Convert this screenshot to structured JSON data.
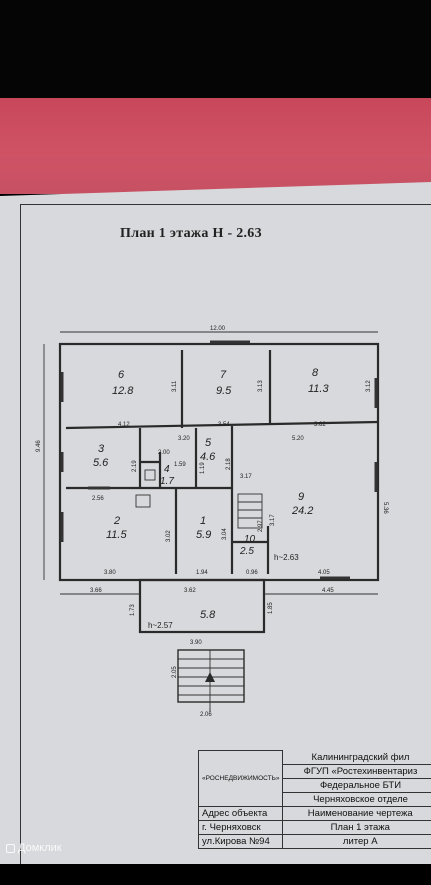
{
  "plan_title": "План 1 этажа  Н - 2.63",
  "rooms": [
    {
      "number": "6",
      "area": "12.8"
    },
    {
      "number": "7",
      "area": "9.5"
    },
    {
      "number": "8",
      "area": "11.3"
    },
    {
      "number": "3",
      "area": "5.6"
    },
    {
      "number": "4",
      "area": "1.7"
    },
    {
      "number": "5",
      "area": "4.6"
    },
    {
      "number": "9",
      "area": "24.2"
    },
    {
      "number": "2",
      "area": "11.5"
    },
    {
      "number": "1",
      "area": "5.9"
    },
    {
      "number": "10",
      "area": "2.5"
    },
    {
      "number": "",
      "area": "5.8"
    }
  ],
  "dimensions": {
    "top_width": "12.00",
    "left_height": "9.46",
    "right_height": "5.36",
    "d_3_11": "3.11",
    "d_3_13": "3.13",
    "d_3_12": "3.12",
    "d_4_12": "4.12",
    "d_3_20": "3.20",
    "d_3_54": "3.54",
    "d_5_20": "5.20",
    "d_3_62a": "3.62",
    "d_2_00": "2.00",
    "d_1_59": "1.59",
    "d_2_19": "2.19",
    "d_2_18": "2.18",
    "d_1_19": "1.19",
    "d_3_17a": "3.17",
    "d_2_56": "2.56",
    "d_3_02": "3.02",
    "d_3_04": "3.04",
    "d_2_97": "2.97",
    "d_3_17b": "3.17",
    "d_3_80": "3.80",
    "d_1_94": "1.94",
    "d_0_96": "0.96",
    "d_4_05": "4.05",
    "d_3_66": "3.66",
    "d_3_62b": "3.62",
    "d_4_45": "4.45",
    "d_1_73": "1.73",
    "d_1_85": "1.85",
    "d_3_90": "3.90",
    "d_2_05": "2.05",
    "d_2_06": "2.06",
    "h_main": "h~2.63",
    "h_porch": "h~2.57"
  },
  "stamp": {
    "org_name": "«РОСНЕДВИЖИМОСТЬ»",
    "org_line1": "Калининградский фил",
    "org_line2": "ФГУП «Ростехинвентариз",
    "org_line3": "Федеральное БТИ",
    "org_line4": "Черняховское отделе",
    "addr_header": "Адрес объекта",
    "drawing_header": "Наименование чертежа",
    "city": "г. Черняховск",
    "drawing_name": "План 1 этажа",
    "street": "ул.Кирова №94",
    "letter": "литер А"
  },
  "watermark": "Домклик"
}
